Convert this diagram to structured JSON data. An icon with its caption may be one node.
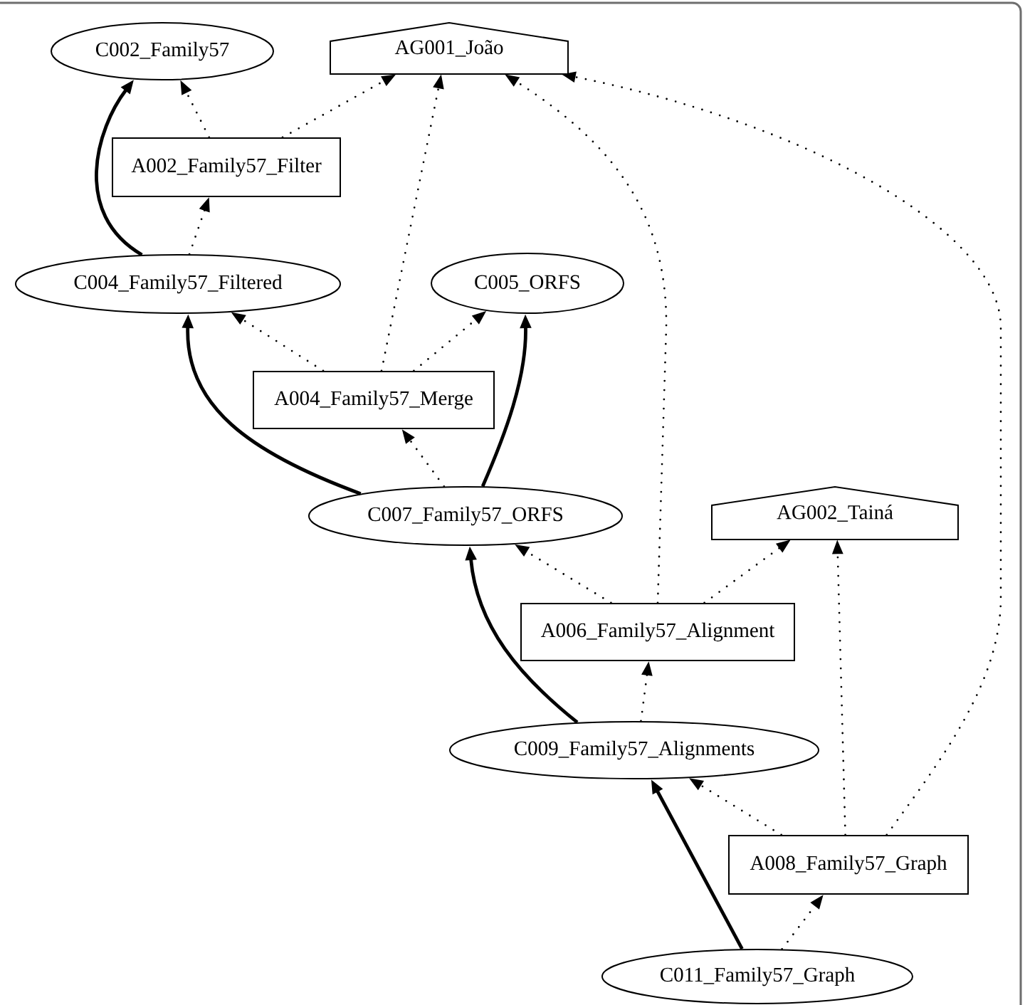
{
  "diagram": {
    "nodes": [
      {
        "text": [
          "C002_Family57"
        ]
      },
      {
        "text": [
          "AG001_João"
        ]
      },
      {
        "text": [
          "A002_Family57_Filter"
        ]
      },
      {
        "text": [
          "C004_Family57_Filtered"
        ]
      },
      {
        "text": [
          "C005_ORFS"
        ]
      },
      {
        "text": [
          "A004_Family57_Merge"
        ]
      },
      {
        "text": [
          "C007_Family57_ORFS"
        ]
      },
      {
        "text": [
          "AG002_Tainá"
        ]
      },
      {
        "text": [
          "A006_Family57_Alignment"
        ]
      },
      {
        "text": [
          "C009_Family57_Alignments"
        ]
      },
      {
        "text": [
          "A008_Family57_Graph"
        ]
      },
      {
        "text": [
          "C011_Family57_Graph"
        ]
      }
    ],
    "edges": [
      {
        "from": 3,
        "to": 0,
        "arrow": "to"
      },
      {
        "from": 2,
        "to": 0,
        "arrow": "to",
        "style": "dashed"
      },
      {
        "from": 2,
        "to": 1,
        "arrow": "to",
        "style": "dashed"
      },
      {
        "from": 3,
        "to": 2,
        "arrow": "to",
        "style": "dashed"
      },
      {
        "from": 5,
        "to": 3,
        "arrow": "to",
        "style": "dashed"
      },
      {
        "from": 5,
        "to": 1,
        "arrow": "to",
        "style": "dashed"
      },
      {
        "from": 5,
        "to": 4,
        "arrow": "to",
        "style": "dashed"
      },
      {
        "from": 6,
        "to": 3,
        "arrow": "to"
      },
      {
        "from": 6,
        "to": 4,
        "arrow": "to"
      },
      {
        "from": 6,
        "to": 5,
        "arrow": "to",
        "style": "dashed"
      },
      {
        "from": 8,
        "to": 6,
        "arrow": "to",
        "style": "dashed"
      },
      {
        "from": 8,
        "to": 1,
        "arrow": "to",
        "style": "dashed"
      },
      {
        "from": 8,
        "to": 7,
        "arrow": "to",
        "style": "dashed"
      },
      {
        "from": 9,
        "to": 6,
        "arrow": "to"
      },
      {
        "from": 9,
        "to": 8,
        "arrow": "to",
        "style": "dashed"
      },
      {
        "from": 10,
        "to": 9,
        "arrow": "to",
        "style": "dashed"
      },
      {
        "from": 10,
        "to": 7,
        "arrow": "to",
        "style": "dashed"
      },
      {
        "from": 10,
        "to": 1,
        "arrow": "to",
        "style": "dashed"
      },
      {
        "from": 11,
        "to": 9,
        "arrow": "to"
      },
      {
        "from": 11,
        "to": 10,
        "arrow": "to",
        "style": "dashed"
      }
    ]
  }
}
